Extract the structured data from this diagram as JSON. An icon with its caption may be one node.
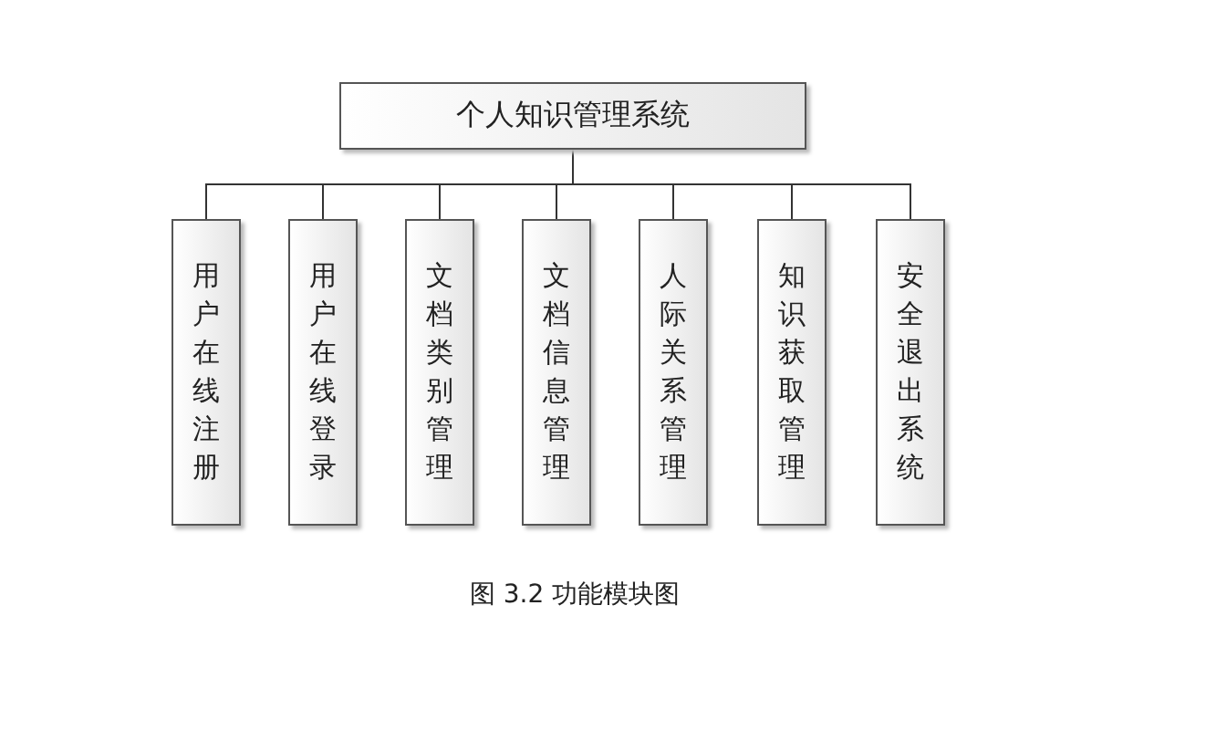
{
  "diagram": {
    "caption": "图 3.2 功能模块图",
    "nodes": [
      {
        "text": [
          "个人知识管理系统"
        ]
      },
      {
        "text": [
          "用户在线注册"
        ]
      },
      {
        "text": [
          "用户在线登录"
        ]
      },
      {
        "text": [
          "文档类别管理"
        ]
      },
      {
        "text": [
          "文档信息管理"
        ]
      },
      {
        "text": [
          "人际关系管理"
        ]
      },
      {
        "text": [
          "知识获取管理"
        ]
      },
      {
        "text": [
          "安全退出系统"
        ]
      }
    ],
    "edges": [
      {
        "from": 0,
        "to": 1,
        "arrow": "none"
      },
      {
        "from": 0,
        "to": 2,
        "arrow": "none"
      },
      {
        "from": 0,
        "to": 3,
        "arrow": "none"
      },
      {
        "from": 0,
        "to": 4,
        "arrow": "none"
      },
      {
        "from": 0,
        "to": 5,
        "arrow": "none"
      },
      {
        "from": 0,
        "to": 6,
        "arrow": "none"
      },
      {
        "from": 0,
        "to": 7,
        "arrow": "none"
      }
    ]
  }
}
